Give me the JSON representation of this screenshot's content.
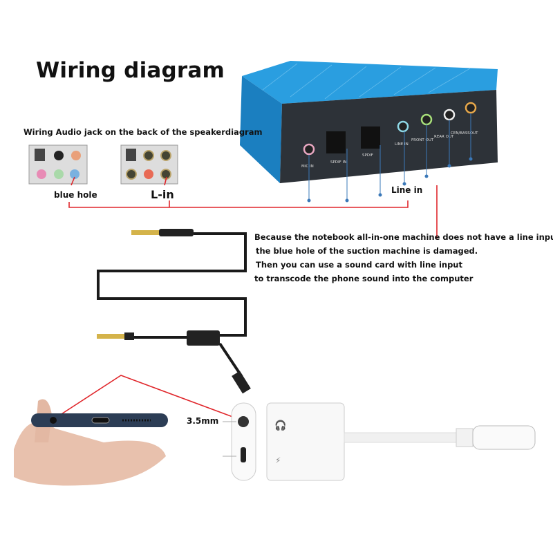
{
  "title": "Wiring diagram",
  "subtitle": "Wiring Audio jack on the back of the speakerdiagram",
  "labels": {
    "blue_hole": "blue hole",
    "l_in": "L-in",
    "line_in": "Line in",
    "jack_size": "3.5mm"
  },
  "description": [
    "Because the notebook all-in-one machine does not have a line input hole,",
    "the blue hole of the suction machine is damaged.",
    "Then you can use a sound card with line input",
    "to transcode the phone sound into the computer"
  ],
  "sound_card_ports": [
    "MIC IN",
    "SPDIF IN",
    "SPDIF",
    "LINE IN",
    "FRONT OUT",
    "REAR OUT",
    "CEN/BASSOUT"
  ],
  "colors": {
    "sound_card_body": "#1e8fd0",
    "pointer_line": "#e0262b",
    "callout_line": "#3a78b8"
  }
}
